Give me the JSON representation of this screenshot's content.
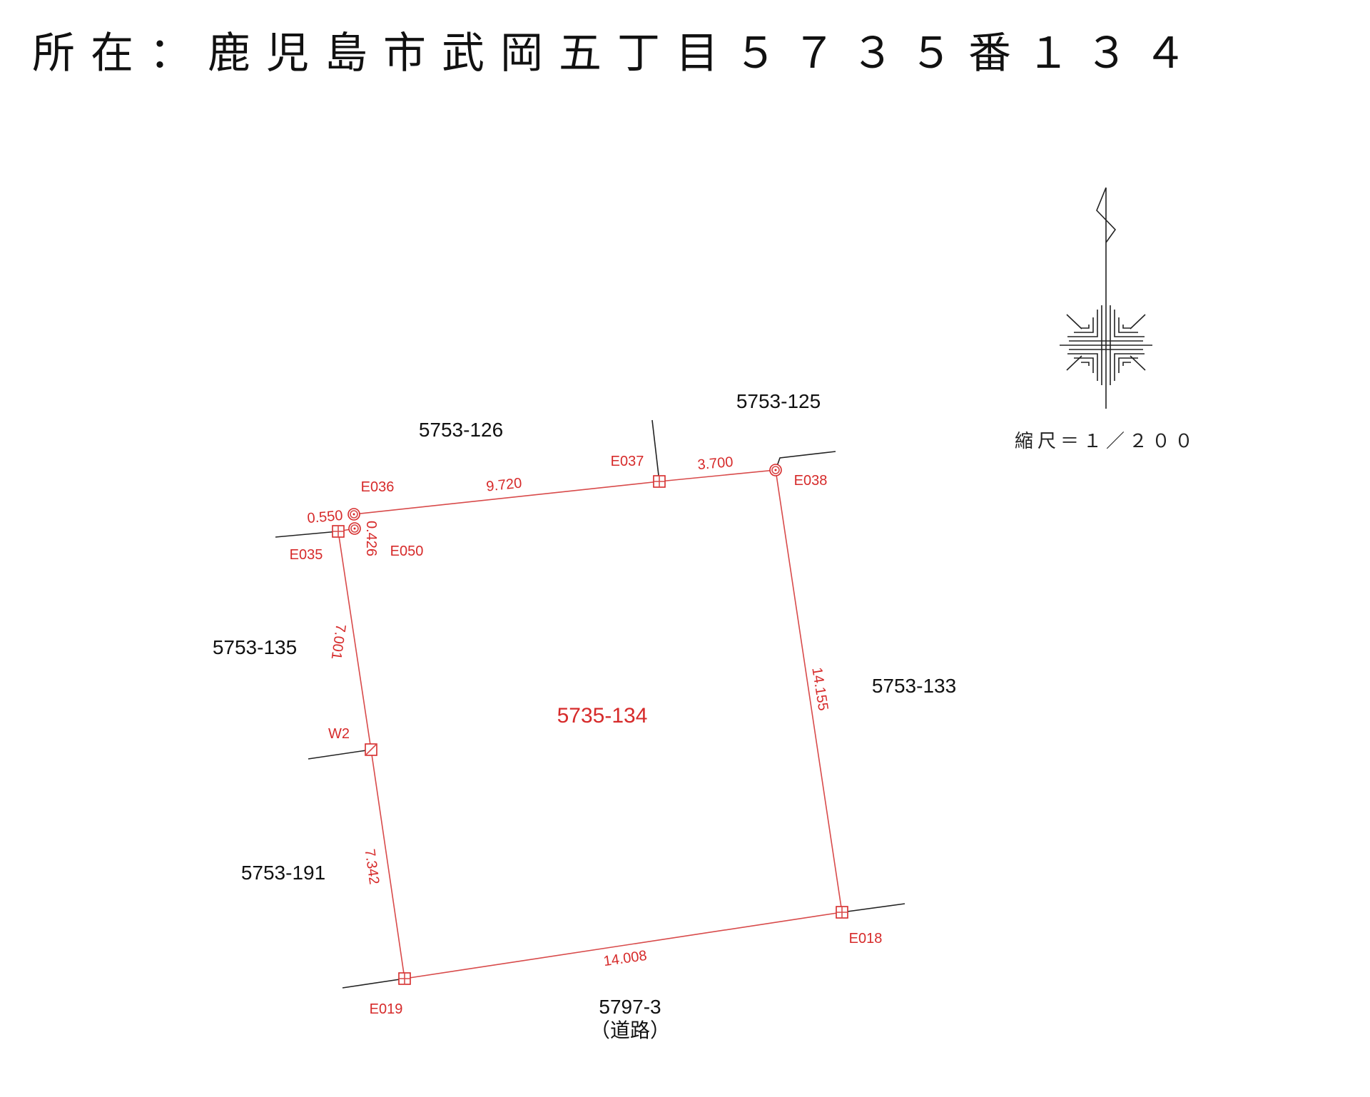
{
  "title": "所在：鹿児島市武岡五丁目５７３５番１３４",
  "parcel": {
    "number": "5735-134"
  },
  "neighbors": {
    "n126": "5753-126",
    "n125": "5753-125",
    "n135": "5753-135",
    "n133": "5753-133",
    "n191": "5753-191",
    "road_number": "5797-3",
    "road_label": "（道路）"
  },
  "points": {
    "E035": "E035",
    "E036": "E036",
    "E037": "E037",
    "E038": "E038",
    "E050": "E050",
    "E018": "E018",
    "E019": "E019",
    "W2": "W2"
  },
  "distances": {
    "d1": "9.720",
    "d2": "3.700",
    "d3": "14.155",
    "d4": "14.008",
    "d5": "7.342",
    "d6": "7.001",
    "d7": "0.550",
    "d8": "0.426"
  },
  "scale": "縮尺＝１／２００",
  "colors": {
    "boundary": "#d62a2a",
    "neighbor_line": "#222222"
  }
}
